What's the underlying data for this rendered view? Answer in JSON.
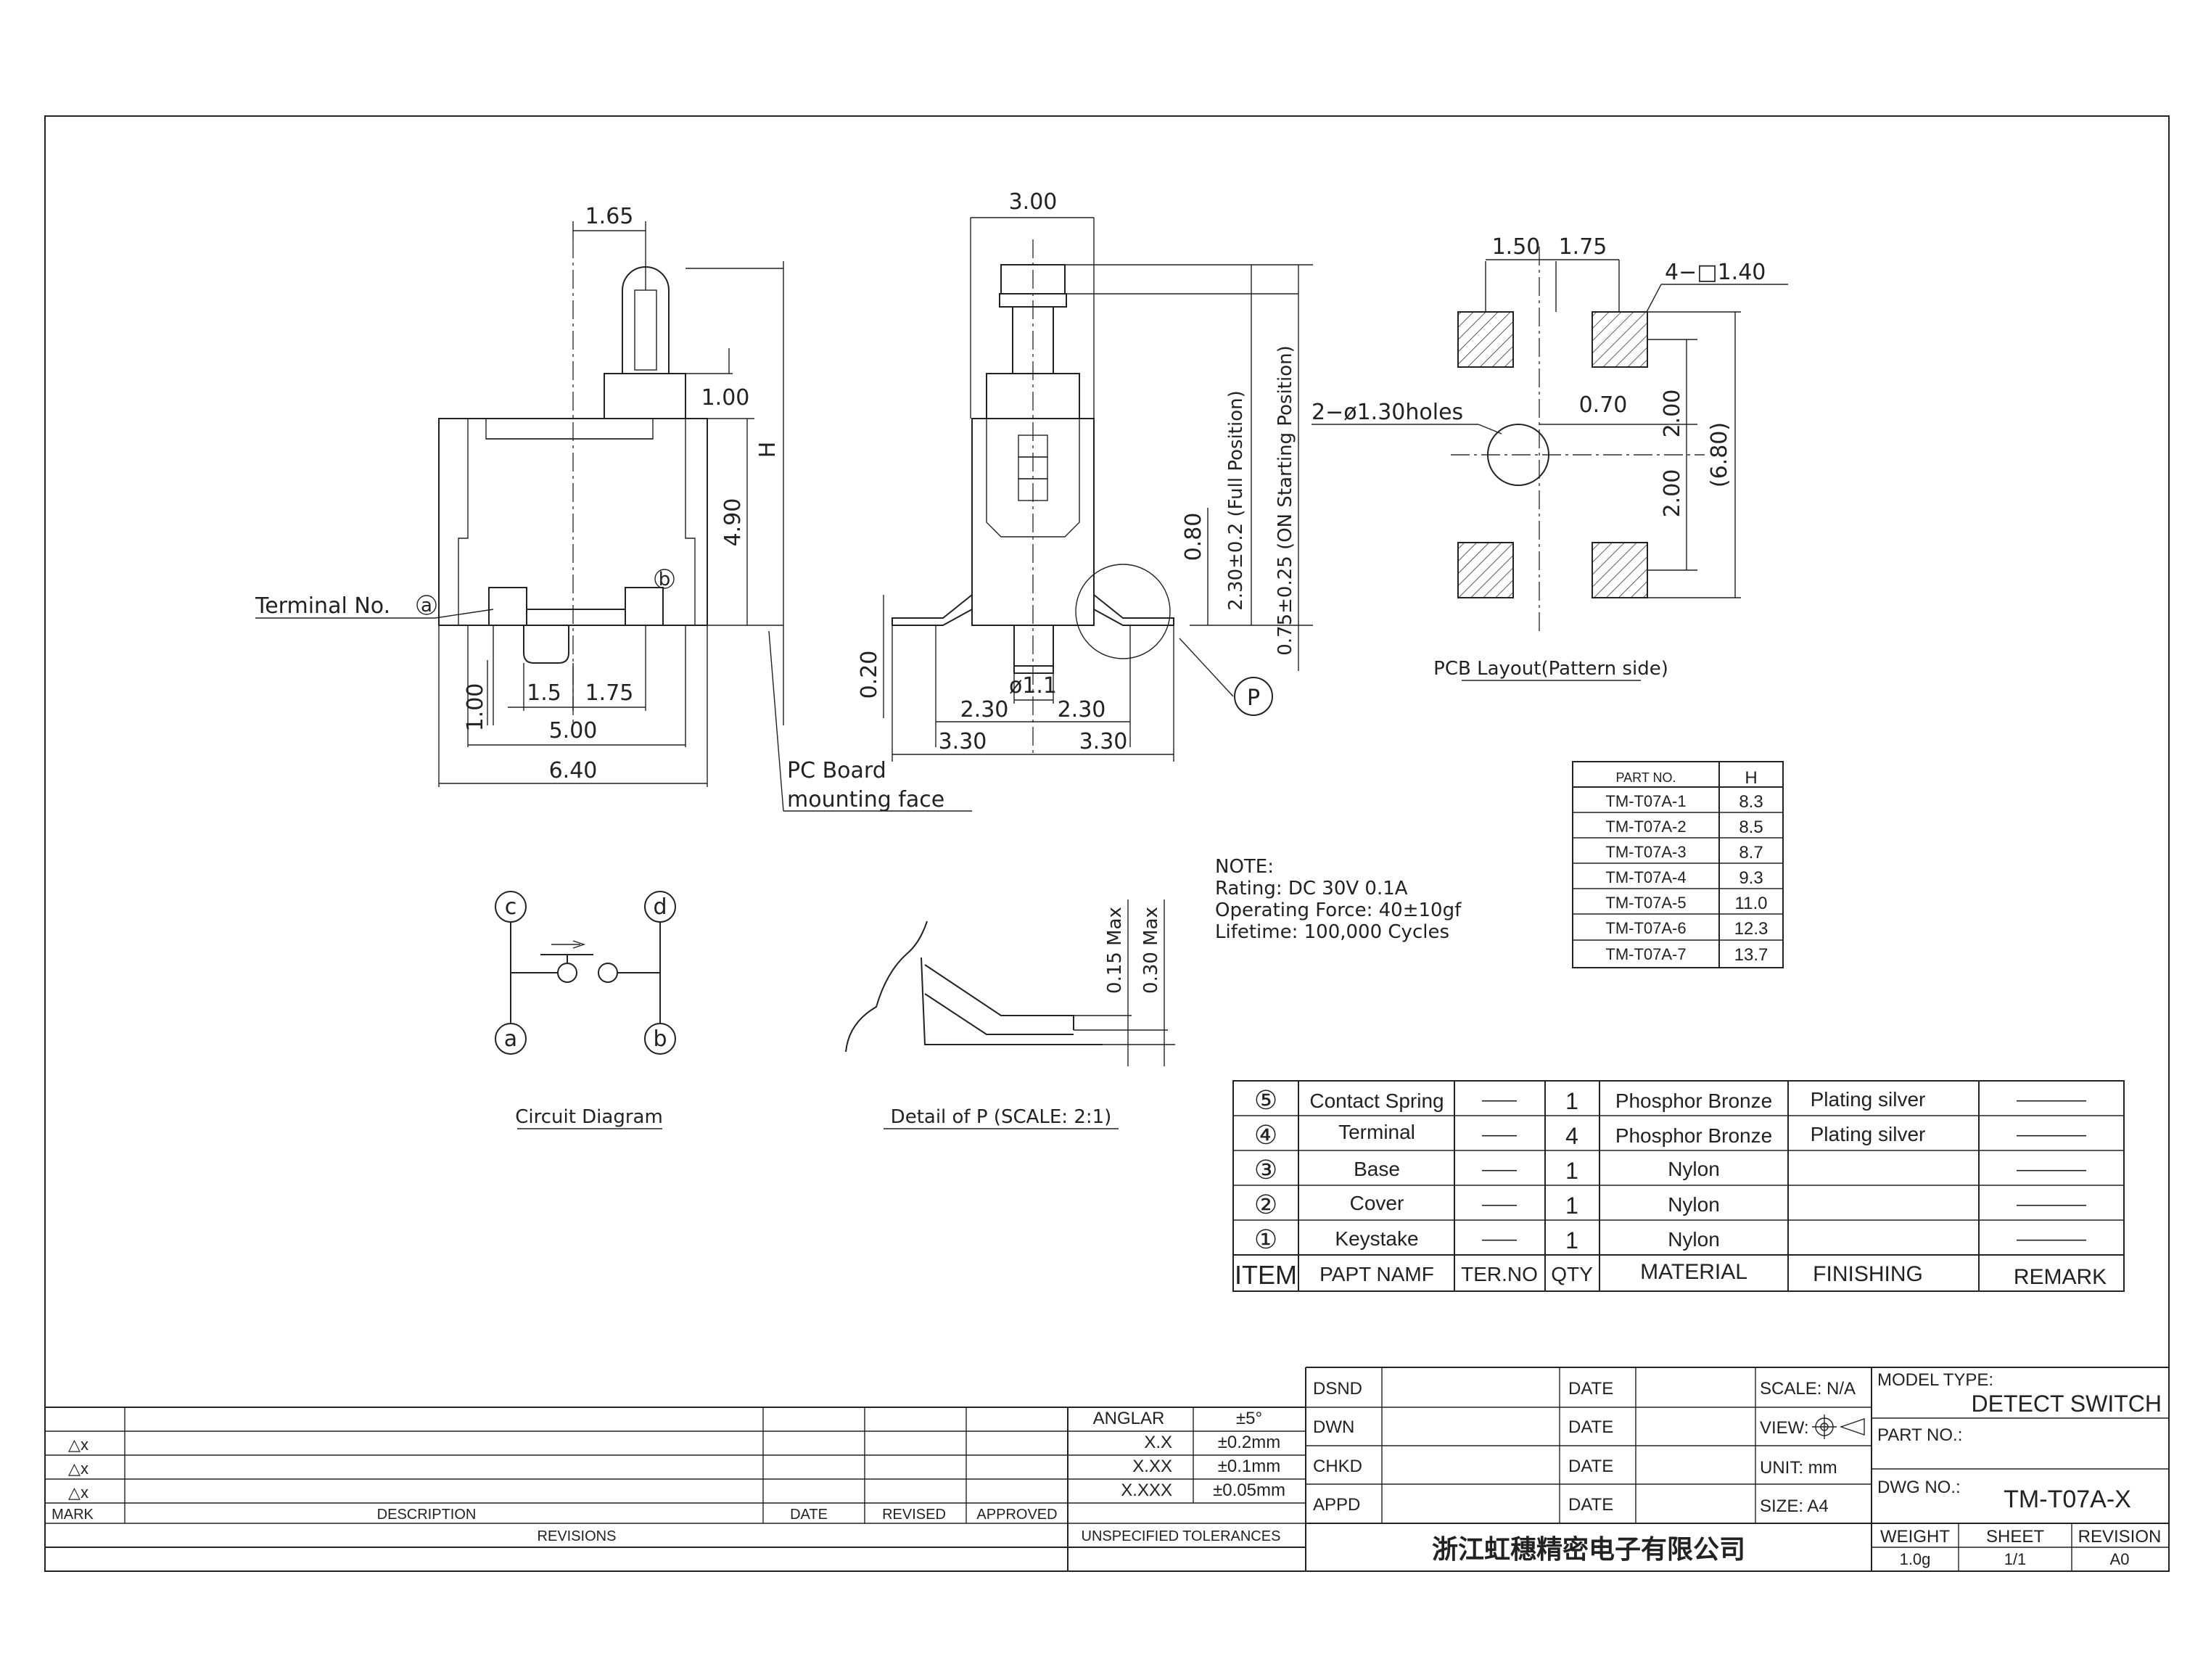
{
  "views": {
    "front": {
      "dims": {
        "top": "1.65",
        "step": "1.00",
        "height_var": "H",
        "body": "4.90",
        "pin_h": "1.00",
        "pitch_a": "1.5",
        "pitch_b": "1.75",
        "inner": "5.00",
        "overall": "6.40"
      },
      "terminal_label": "Terminal No.",
      "terminal_a": "a",
      "terminal_b": "b",
      "board_label_1": "PC Board",
      "board_label_2": "mounting face"
    },
    "side": {
      "dims": {
        "width": "3.00",
        "full_pos": "2.30±0.2 (Full Position)",
        "on_pos": "0.75±0.25 (ON Starting Position)",
        "lead_h": "0.80",
        "lead_t": "0.20",
        "pin_dia": "ø1.1",
        "half_l": "2.30",
        "half_r": "2.30",
        "span_l": "3.30",
        "span_r": "3.30"
      },
      "detail_marker": "P"
    },
    "pcb": {
      "title": "PCB Layout(Pattern side)",
      "dims": {
        "pad_x1": "1.50",
        "pad_x2": "1.75",
        "pad_size": "4−□1.40",
        "holes": "2−ø1.30holes",
        "hole_off": "0.70",
        "y_top": "2.00",
        "y_bot": "2.00",
        "overall": "(6.80)"
      }
    },
    "circuit": {
      "title": "Circuit Diagram",
      "nodes": [
        "c",
        "d",
        "a",
        "b"
      ]
    },
    "detail": {
      "title": "Detail of P (SCALE: 2:1)",
      "dim_1": "0.15 Max",
      "dim_2": "0.30 Max"
    }
  },
  "notes": [
    "NOTE:",
    "Rating: DC 30V 0.1A",
    "Operating Force: 40±10gf",
    "Lifetime: 100,000 Cycles"
  ],
  "part_table": {
    "headers": [
      "PART NO.",
      "H"
    ],
    "rows": [
      [
        "TM-T07A-1",
        "8.3"
      ],
      [
        "TM-T07A-2",
        "8.5"
      ],
      [
        "TM-T07A-3",
        "8.7"
      ],
      [
        "TM-T07A-4",
        "9.3"
      ],
      [
        "TM-T07A-5",
        "11.0"
      ],
      [
        "TM-T07A-6",
        "12.3"
      ],
      [
        "TM-T07A-7",
        "13.7"
      ]
    ]
  },
  "bom": {
    "rows": [
      {
        "item": "⑤",
        "name": "Contact Spring",
        "ter": "——",
        "qty": "1",
        "material": "Phosphor Bronze",
        "finishing": "Plating silver",
        "remark": "————"
      },
      {
        "item": "④",
        "name": "Terminal",
        "ter": "——",
        "qty": "4",
        "material": "Phosphor Bronze",
        "finishing": "Plating silver",
        "remark": "————"
      },
      {
        "item": "③",
        "name": "Base",
        "ter": "——",
        "qty": "1",
        "material": "Nylon",
        "finishing": "",
        "remark": "————"
      },
      {
        "item": "②",
        "name": "Cover",
        "ter": "——",
        "qty": "1",
        "material": "Nylon",
        "finishing": "",
        "remark": "————"
      },
      {
        "item": "①",
        "name": "Keystake",
        "ter": "——",
        "qty": "1",
        "material": "Nylon",
        "finishing": "",
        "remark": "————"
      }
    ],
    "headers": [
      "ITEM",
      "PAPT NAMF",
      "TER.NO",
      "QTY",
      "MATERIAL",
      "FINISHING",
      "REMARK"
    ]
  },
  "revisions": {
    "marks": [
      "△x",
      "△x",
      "△x"
    ],
    "headers": [
      "MARK",
      "DESCRIPTION",
      "DATE",
      "REVISED",
      "APPROVED"
    ],
    "footer": "REVISIONS"
  },
  "tolerances": {
    "rows": [
      [
        "ANGLAR",
        "±5°"
      ],
      [
        "X.X",
        "±0.2mm"
      ],
      [
        "X.XX",
        "±0.1mm"
      ],
      [
        "X.XXX",
        "±0.05mm"
      ]
    ],
    "footer": "UNSPECIFIED TOLERANCES"
  },
  "signoff": {
    "roles": [
      "DSND",
      "DWN",
      "CHKD",
      "APPD"
    ],
    "date_label": "DATE",
    "scale": "SCALE: N/A",
    "view": "VIEW:",
    "unit": "UNIT: mm",
    "size": "SIZE: A4"
  },
  "company": "浙江虹穗精密电子有限公司",
  "title_block": {
    "model_type_label": "MODEL TYPE:",
    "model_type": "DETECT SWITCH",
    "part_no_label": "PART NO.:",
    "dwg_no_label": "DWG NO.:",
    "dwg_no": "TM-T07A-X",
    "weight_label": "WEIGHT",
    "weight": "1.0g",
    "sheet_label": "SHEET",
    "sheet": "1/1",
    "revision_label": "REVISION",
    "revision": "A0"
  }
}
